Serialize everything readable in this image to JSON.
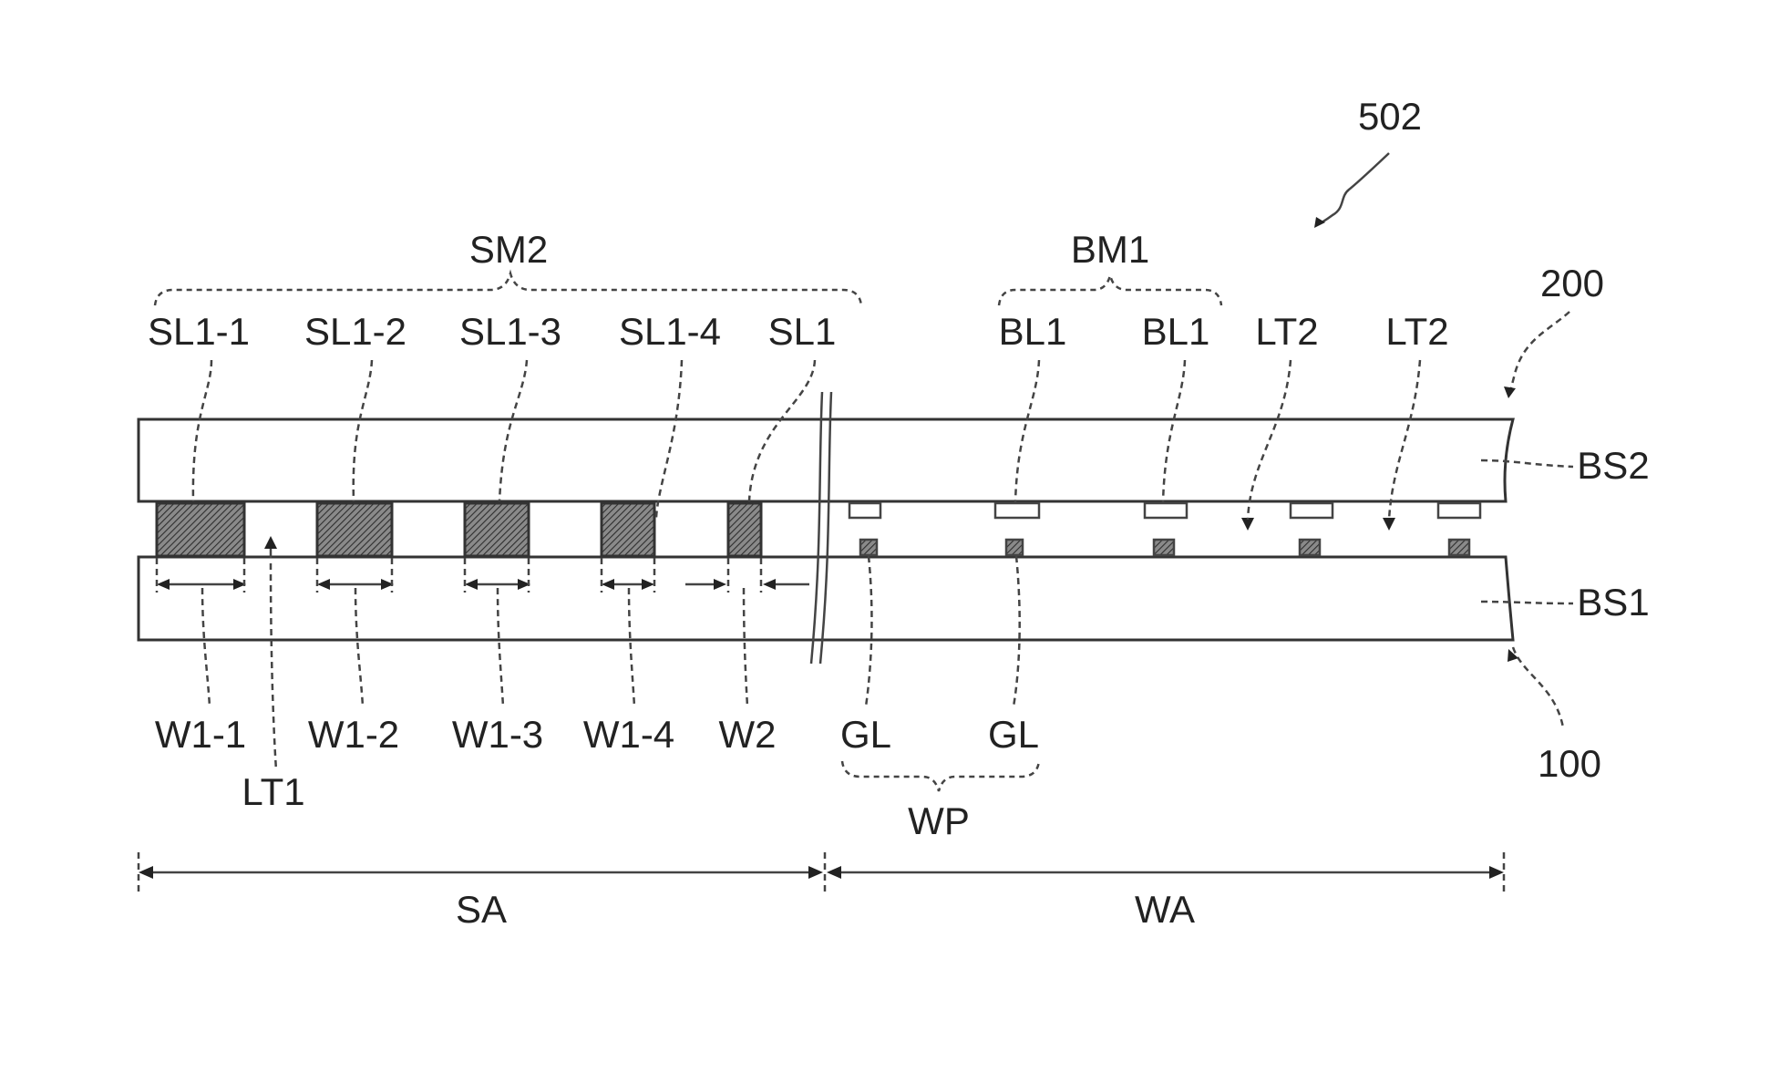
{
  "figure_label": "502",
  "substrates": {
    "upper_assembly": "200",
    "lower_assembly": "100",
    "upper_substrate": "BS2",
    "lower_substrate": "BS1"
  },
  "groups": {
    "shielding_member": "SM2",
    "black_matrix": "BM1",
    "pattern_group": "WP"
  },
  "shield_lines": [
    "SL1-1",
    "SL1-2",
    "SL1-3",
    "SL1-4",
    "SL1"
  ],
  "black_lines": [
    "BL1",
    "BL1"
  ],
  "transmission_regions": {
    "lt1": "LT1",
    "lt2": [
      "LT2",
      "LT2"
    ]
  },
  "widths": [
    "W1-1",
    "W1-2",
    "W1-3",
    "W1-4",
    "W2"
  ],
  "grid_lines": [
    "GL",
    "GL"
  ],
  "areas": {
    "left": "SA",
    "right": "WA"
  },
  "colors": {
    "line": "#333333",
    "text": "#222222",
    "background": "#ffffff"
  }
}
